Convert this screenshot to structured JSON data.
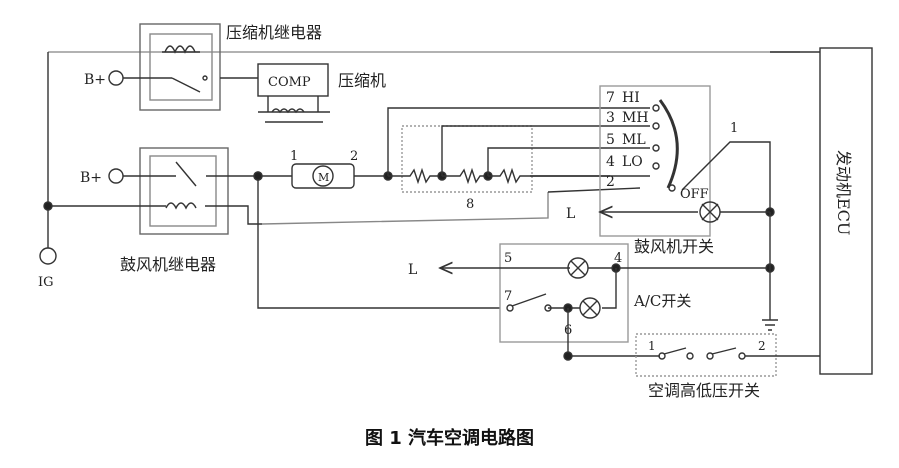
{
  "diagram": {
    "compressor_relay": "压缩机继电器",
    "compressor_box": "COMP",
    "compressor": "压缩机",
    "battery_top": "B+",
    "battery_bottom": "B+",
    "ignition": "IG",
    "blower_relay": "鼓风机继电器",
    "motor_symbol": "M",
    "motor_pin1": "1",
    "motor_pin2": "2",
    "resistor_block": "8",
    "ecu": "发动机ECU",
    "blower_switch": "鼓风机开关",
    "blower_positions": [
      {
        "pin": "7",
        "name": "HI"
      },
      {
        "pin": "3",
        "name": "MH"
      },
      {
        "pin": "5",
        "name": "ML"
      },
      {
        "pin": "4",
        "name": "LO"
      },
      {
        "pin": "2",
        "name": ""
      }
    ],
    "off_label": "OFF",
    "switch_common_pin": "1",
    "lamp_label_1": "L",
    "lamp_label_2": "L",
    "ac_switch": "A/C开关",
    "ac_pin5": "5",
    "ac_pin4": "4",
    "ac_pin7": "7",
    "ac_pin6": "6",
    "pressure_switch": "空调高低压开关",
    "pressure_pin1": "1",
    "pressure_pin2": "2"
  },
  "caption": "图 1  汽车空调电路图"
}
